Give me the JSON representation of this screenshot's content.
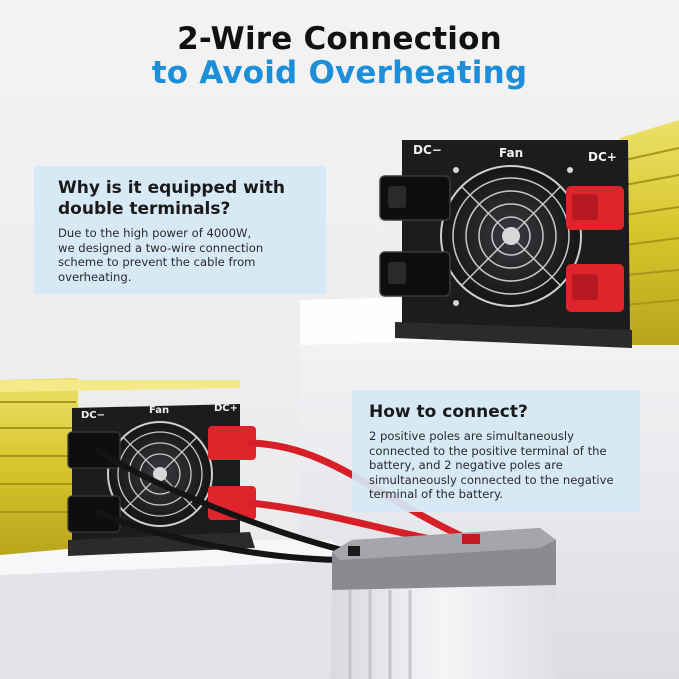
{
  "title": {
    "line1": "2-Wire Connection",
    "line2": "to Avoid Overheating"
  },
  "card_why": {
    "heading_line1": "Why is it equipped with",
    "heading_line2": "double terminals?",
    "body_line1": "Due to the high power of 4000W,",
    "body_line2": "we designed a two-wire connection",
    "body_line3": "scheme to prevent the cable from",
    "body_line4": "overheating."
  },
  "card_how": {
    "heading": "How to connect?",
    "body_line1": "2 positive poles are simultaneously",
    "body_line2": "connected to the positive terminal of the",
    "body_line3": "battery, and 2 negative poles are",
    "body_line4": "simultaneously connected to the negative",
    "body_line5": "terminal of the battery."
  },
  "inverter_labels": {
    "dc_minus": "DC−",
    "fan": "Fan",
    "dc_plus": "DC+"
  },
  "colors": {
    "title_dark": "#111111",
    "title_accent": "#1d8fd8",
    "card_bg": "#d6e8f6",
    "inverter_yellow": "#d9c62a",
    "terminal_red": "#e0242c",
    "panel_black": "#1b1b1d"
  }
}
